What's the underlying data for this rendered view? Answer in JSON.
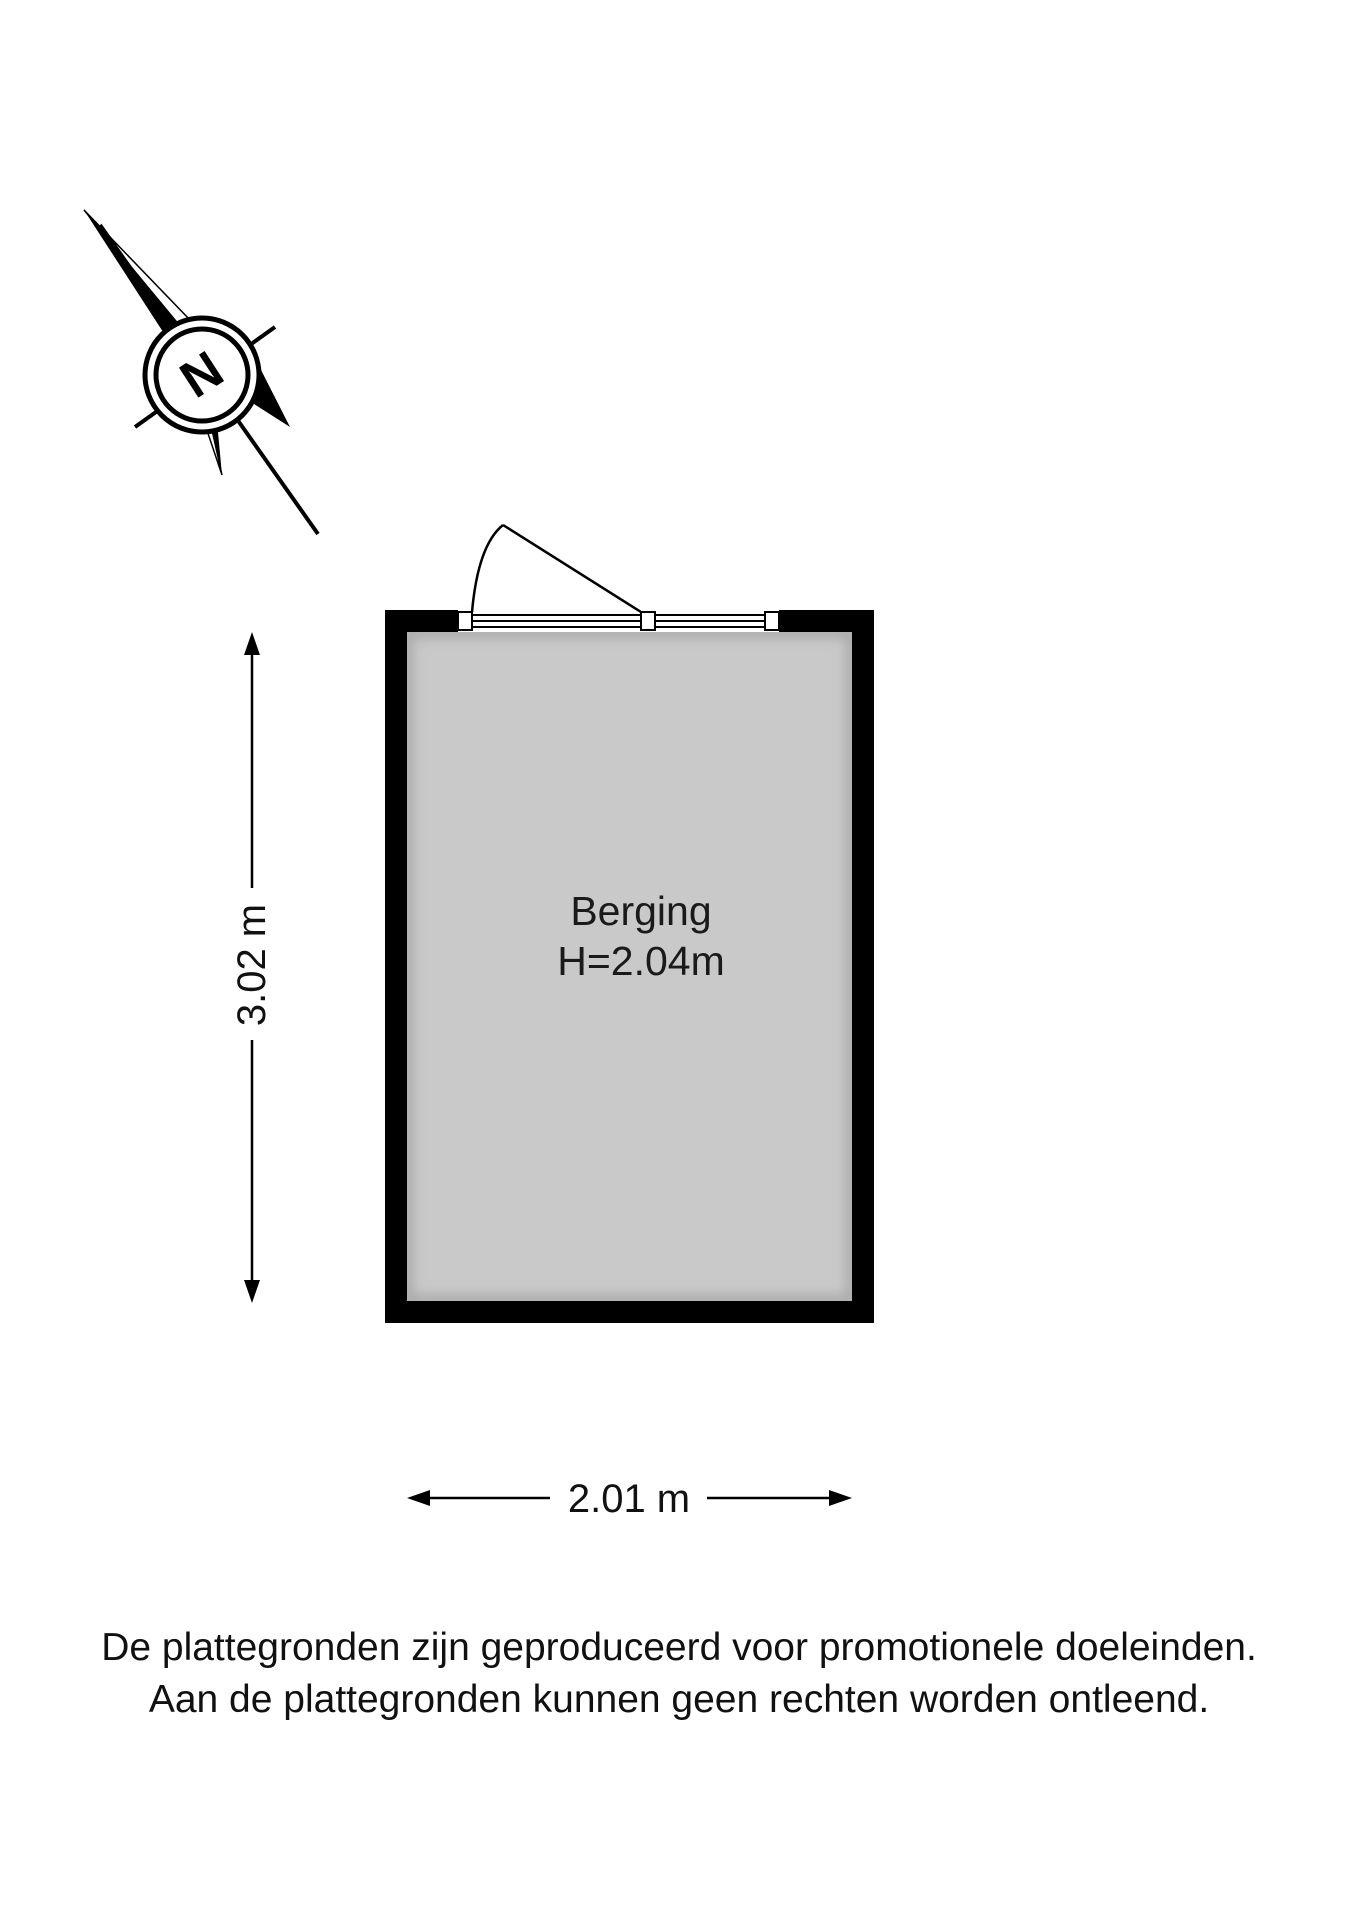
{
  "compass": {
    "letter": "N",
    "icon": "north-arrow-icon",
    "orientation_deg": -33
  },
  "room": {
    "name": "Berging",
    "height_label": "H=2.04m",
    "fill_color": "#cccccc",
    "wall_color": "#000000"
  },
  "dimensions": {
    "vertical": "3.02 m",
    "horizontal": "2.01 m"
  },
  "disclaimer": {
    "line1": "De plattegronden zijn geproduceerd voor promotionele doeleinden.",
    "line2": "Aan de plattegronden kunnen geen rechten worden ontleend."
  }
}
